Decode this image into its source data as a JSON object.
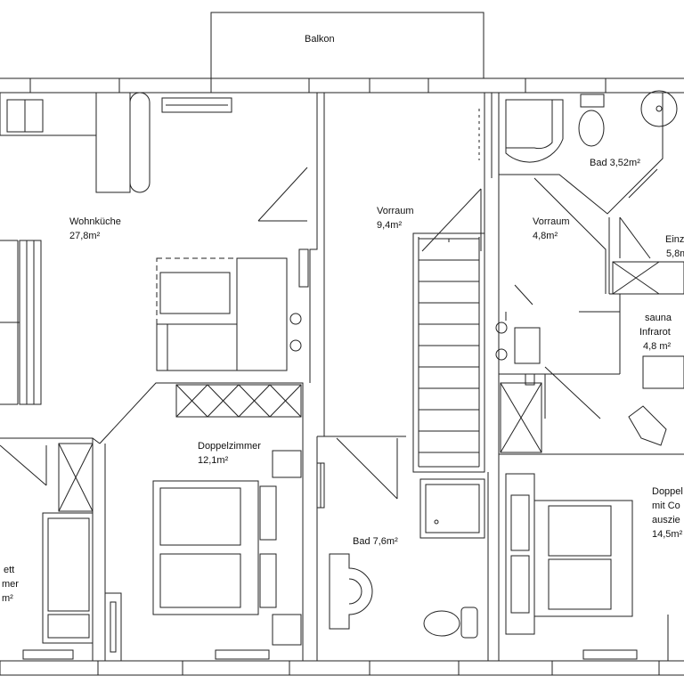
{
  "rooms": {
    "balkon": {
      "name": "Balkon"
    },
    "wohnkueche": {
      "name": "Wohnküche",
      "area": "27,8m²"
    },
    "vorraum1": {
      "name": "Vorraum",
      "area": "9,4m²"
    },
    "vorraum2": {
      "name": "Vorraum",
      "area": "4,8m²"
    },
    "bad_small": {
      "name": "Bad 3,52m²"
    },
    "einzel": {
      "name": "Einz",
      "area": "5,8m"
    },
    "sauna": {
      "line1": "sauna",
      "line2": "Infrarot",
      "area": "4,8 m²"
    },
    "doppelzimmer": {
      "name": "Doppelzimmer",
      "area": "12,1m²"
    },
    "bad_large": {
      "name": "Bad 7,6m²"
    },
    "left_room": {
      "line1": "ett",
      "line2": "mer",
      "area": "m²"
    },
    "doppel_right": {
      "line1": "Doppel",
      "line2": "mit Co",
      "line3": "auszie",
      "area": "14,5m²"
    }
  },
  "colors": {
    "line": "#222222",
    "background": "#ffffff"
  }
}
